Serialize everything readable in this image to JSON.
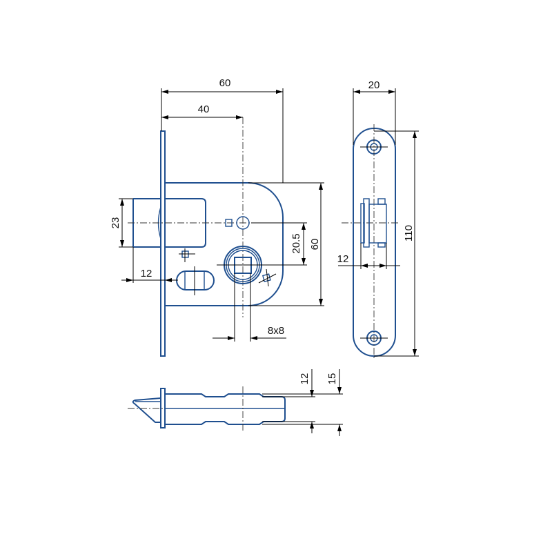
{
  "colors": {
    "outline": "#1f4f8f",
    "dimension": "#000000"
  },
  "front_view": {
    "dim_backset_total": "60",
    "dim_backset": "40",
    "dim_latch_height": "23",
    "dim_latch_projection": "12",
    "dim_spindle_offset": "20.5",
    "dim_body_height": "60",
    "dim_spindle_square": "8x8"
  },
  "side_view": {
    "dim_faceplate_width": "20",
    "dim_faceplate_height": "110",
    "dim_latch_width": "12"
  },
  "top_view": {
    "dim_body_thickness": "12",
    "dim_faceplate_thickness": "15"
  }
}
